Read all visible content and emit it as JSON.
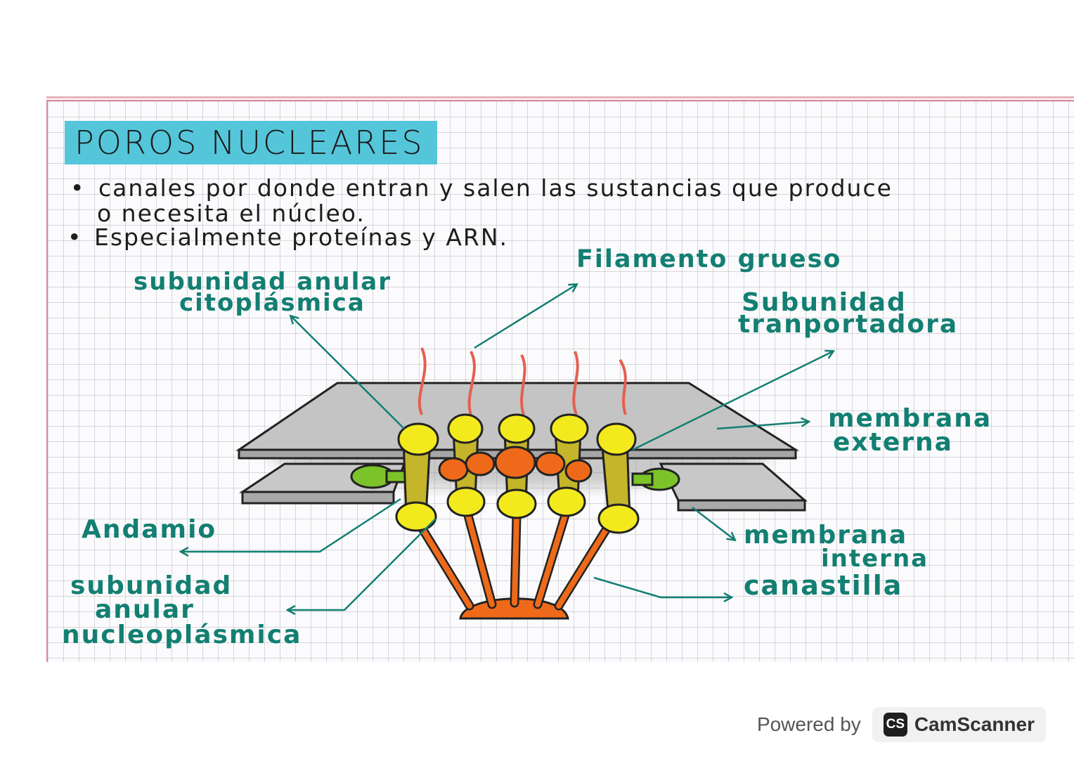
{
  "title": "POROS NUCLEARES",
  "bullets": [
    "canales por donde entran y salen las sustancias que produce",
    "o necesita el núcleo.",
    "Especialmente proteínas y ARN."
  ],
  "labels": {
    "filamento_grueso": "Filamento grueso",
    "subunidad_anular_citoplasmica_1": "subunidad anular",
    "subunidad_anular_citoplasmica_2": "citoplásmica",
    "subunidad_transportadora_1": "Subunidad",
    "subunidad_transportadora_2": "tranportadora",
    "membrana_externa_1": "membrana",
    "membrana_externa_2": "externa",
    "andamio": "Andamio",
    "membrana_interna_1": "membrana",
    "membrana_interna_2": "interna",
    "canastilla": "canastilla",
    "subunidad_anular_nucleoplasmica_1": "subunidad",
    "subunidad_anular_nucleoplasmica_2": "anular",
    "subunidad_anular_nucleoplasmica_3": "nucleoplásmica"
  },
  "colors": {
    "label_teal": "#127f72",
    "title_highlight": "#55c6da",
    "subunit_yellow": "#f3ea1e",
    "subunit_olive": "#c4b52a",
    "transporter_orange": "#ee6a1a",
    "filament_red": "#e4604f",
    "scaffold_green": "#7cc32a",
    "membrane_gray": "#bdbdbd"
  },
  "footer": {
    "powered": "Powered by",
    "logo_text": "CS",
    "brand": "CamScanner"
  }
}
